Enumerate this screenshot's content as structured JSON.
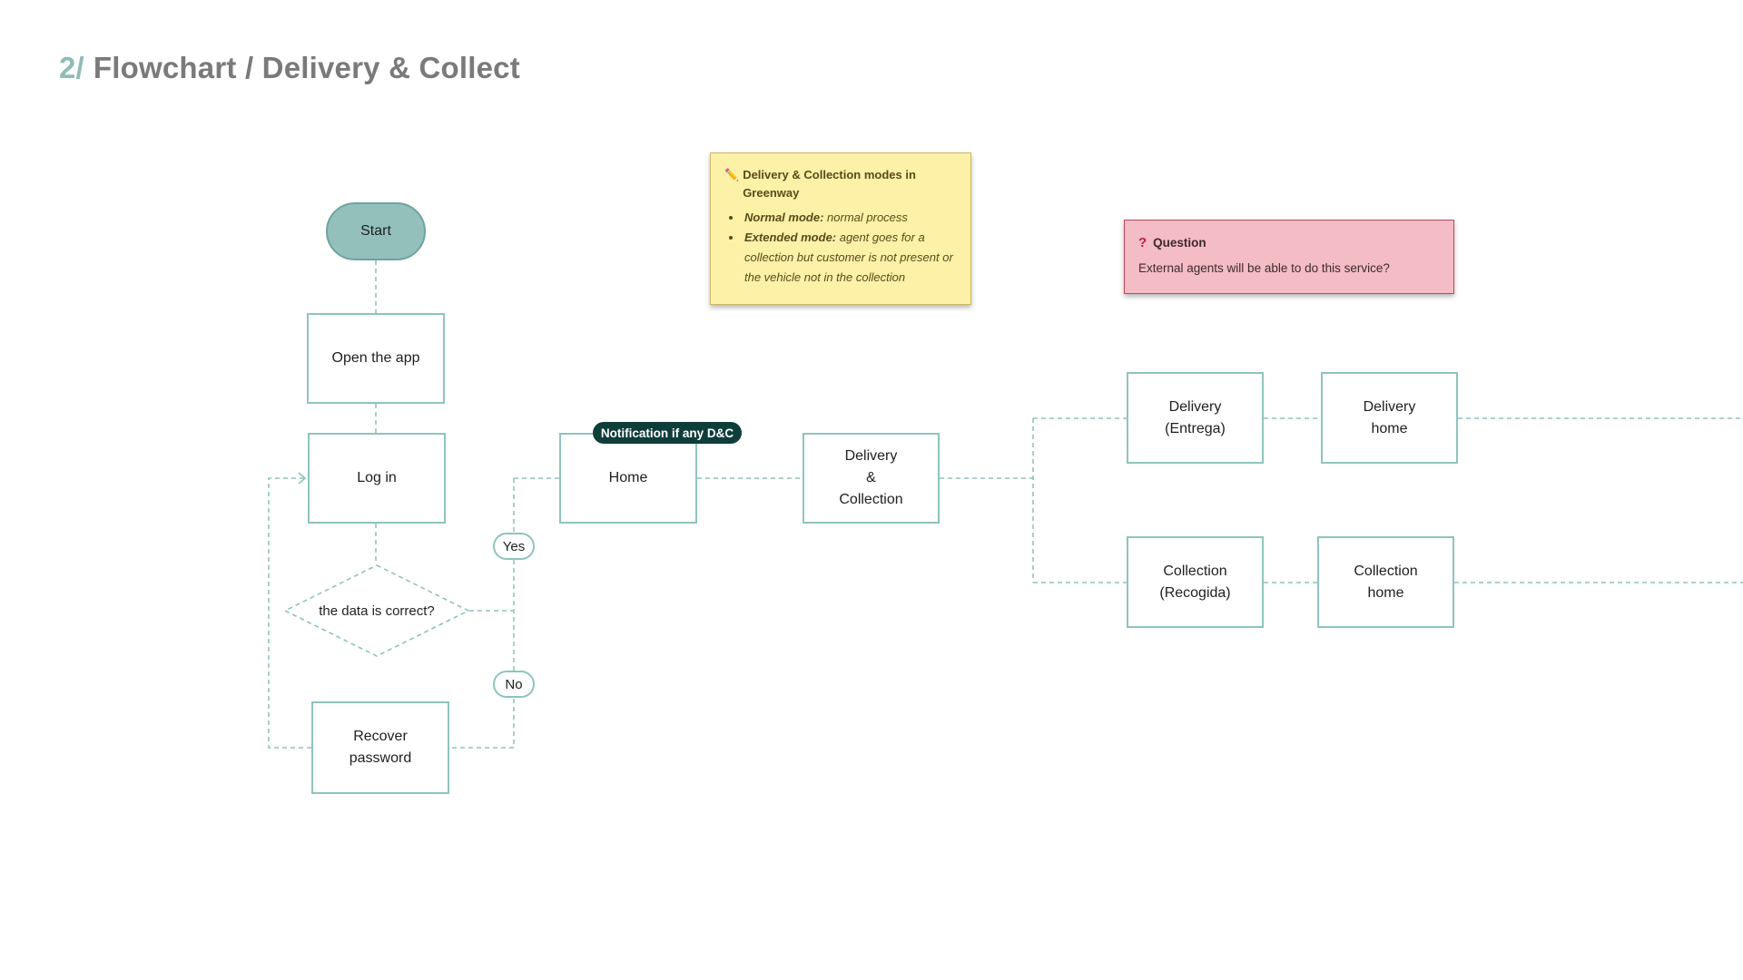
{
  "header": {
    "number": "2/",
    "title": "Flowchart / Delivery & Collect"
  },
  "colors": {
    "node_border": "#8fc4bd",
    "start_fill": "#93c0bb",
    "connector": "#8fc4bd",
    "badge": "#0f3d39",
    "note_bg": "#fdf0a7",
    "question_bg": "#f4bcc4",
    "question_border": "#b94a5e"
  },
  "nodes": {
    "start": "Start",
    "open_app": "Open the app",
    "login": "Log in",
    "decision": "the data is correct?",
    "recover": "Recover\npassword",
    "home": "Home",
    "delivery_collection": "Delivery\n&\nCollection",
    "delivery": "Delivery\n(Entrega)",
    "delivery_home": "Delivery\nhome",
    "collection": "Collection\n(Recogida)",
    "collection_home": "Collection\nhome"
  },
  "branches": {
    "yes": "Yes",
    "no": "No"
  },
  "badge": {
    "text": "Notification if any D&C"
  },
  "note": {
    "icon": "pencil-icon",
    "title": "Delivery & Collection modes in Greenway",
    "items": [
      {
        "label": "Normal mode:",
        "text": "normal process"
      },
      {
        "label": "Extended mode:",
        "text": "agent goes for a collection but customer is not present or the vehicle not in the collection"
      }
    ]
  },
  "question": {
    "icon": "question-mark-icon",
    "title": "Question",
    "body": "External agents will be able to do this service?"
  }
}
